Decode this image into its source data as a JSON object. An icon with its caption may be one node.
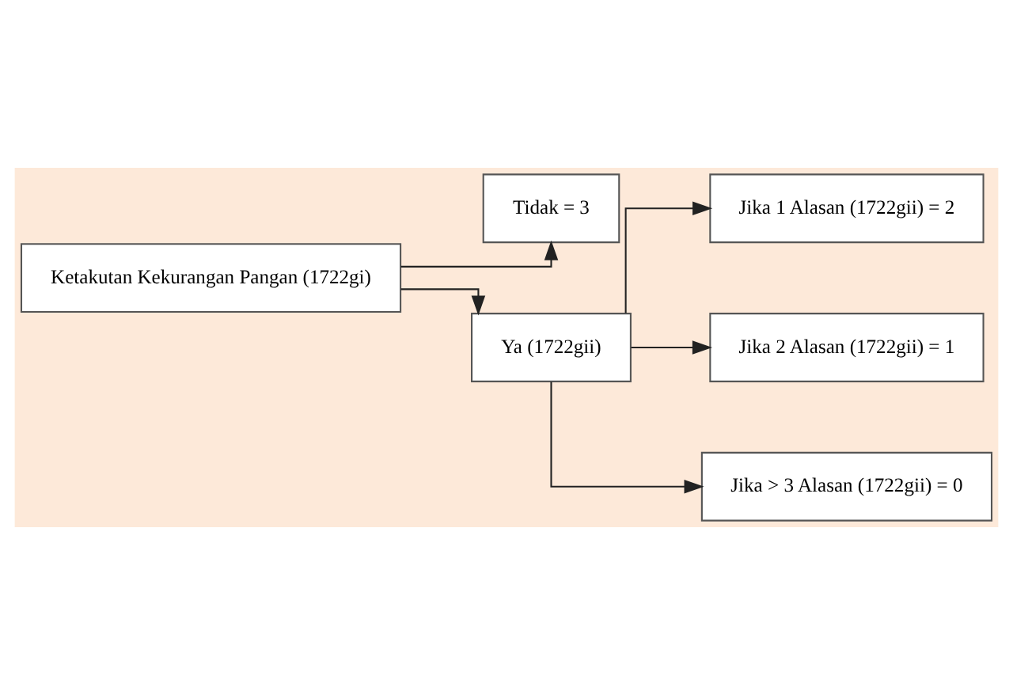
{
  "diagram": {
    "nodes": [
      {
        "text": [
          "Ketakutan Kekurangan Pangan (1722gi)"
        ]
      },
      {
        "text": [
          "Tidak = 3"
        ]
      },
      {
        "text": [
          "Ya (1722gii)"
        ]
      },
      {
        "text": [
          "Jika 1 Alasan (1722gii) = 2"
        ]
      },
      {
        "text": [
          "Jika 2 Alasan (1722gii) = 1"
        ]
      },
      {
        "text": [
          "Jika > 3 Alasan (1722gii) = 0"
        ]
      }
    ],
    "edges": [
      {
        "from": 0,
        "to": 1,
        "arrow": "to"
      },
      {
        "from": 0,
        "to": 2,
        "arrow": "to"
      },
      {
        "from": 2,
        "to": 3,
        "arrow": "to"
      },
      {
        "from": 2,
        "to": 4,
        "arrow": "to"
      },
      {
        "from": 2,
        "to": 5,
        "arrow": "to"
      }
    ]
  }
}
